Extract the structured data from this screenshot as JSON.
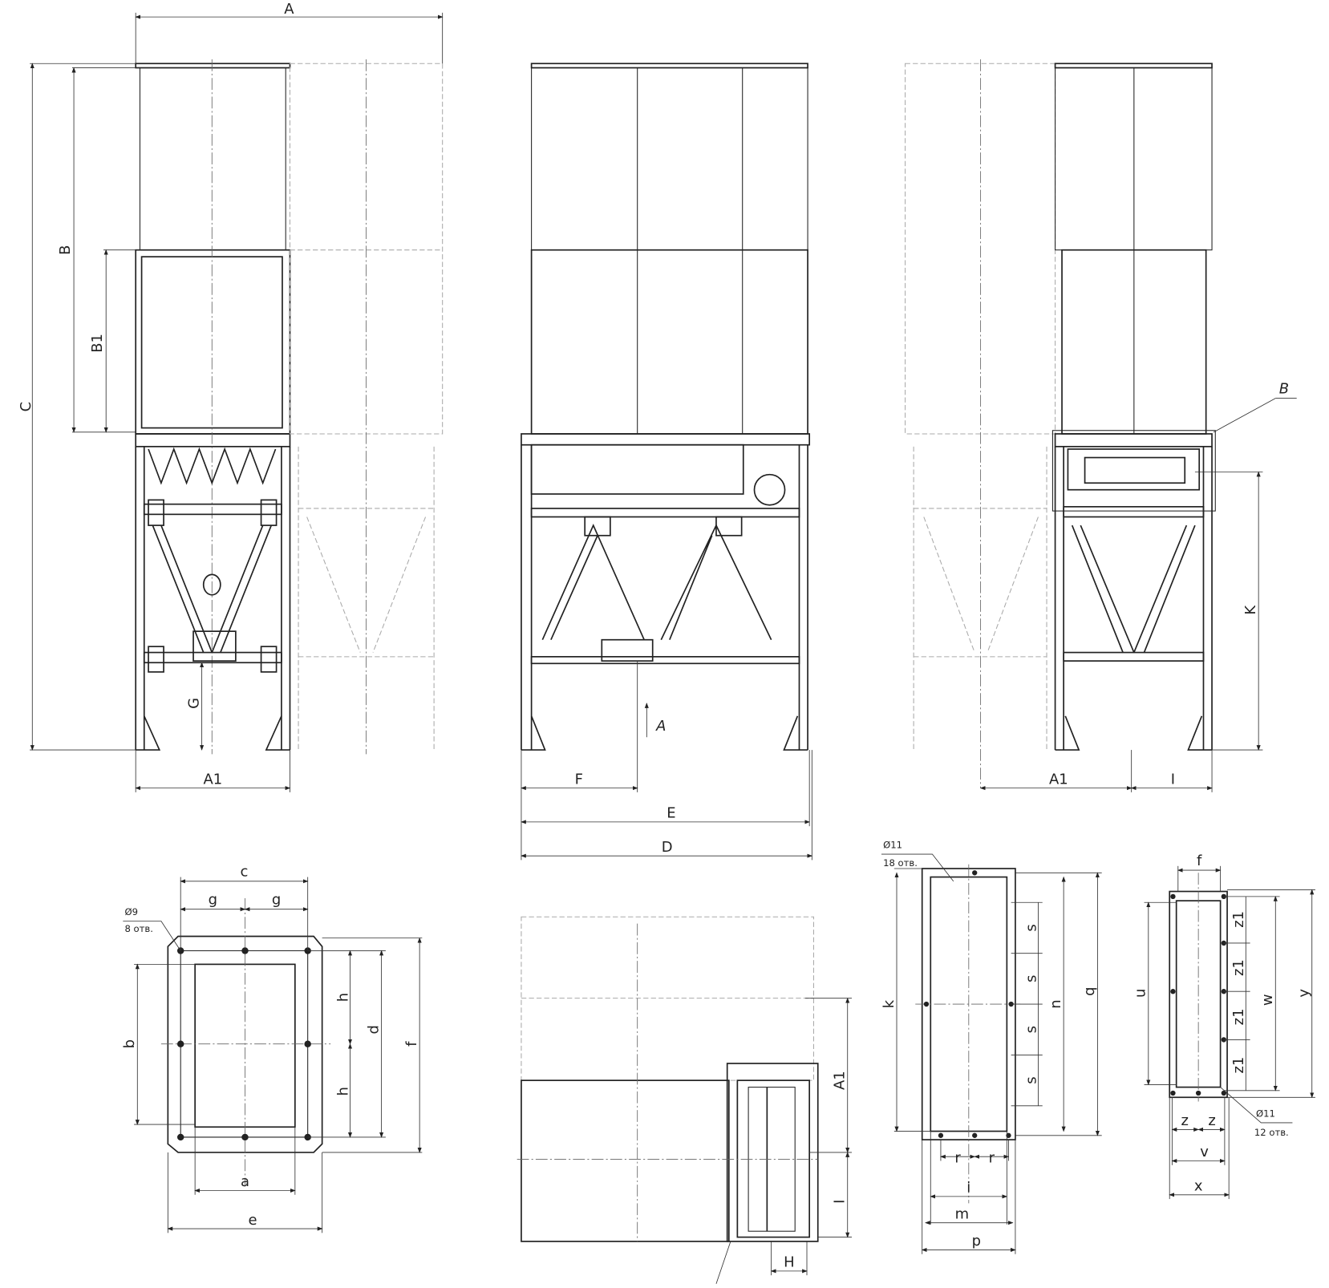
{
  "drawing": {
    "front_view": {
      "A": "A",
      "B": "B",
      "B1": "B1",
      "C": "C",
      "G": "G",
      "A1": "A1"
    },
    "side_view": {
      "F": "F",
      "E": "E",
      "D": "D",
      "arrow": "A"
    },
    "rear_view": {
      "A1": "A1",
      "I": "I",
      "K": "K",
      "detail": "B"
    },
    "flange_inlet": {
      "c": "c",
      "g1": "g",
      "g2": "g",
      "b": "b",
      "h1": "h",
      "h2": "h",
      "d": "d",
      "f": "f",
      "a": "a",
      "e": "e",
      "hole_dia": "Ø9",
      "hole_count": "8 отв."
    },
    "top_view": {
      "A1": "A1",
      "I": "I",
      "H": "H"
    },
    "flange_outlet": {
      "k": "k",
      "n": "n",
      "q": "q",
      "s": [
        "s",
        "s",
        "s",
        "s"
      ],
      "r1": "r",
      "r2": "r",
      "i": "i",
      "m": "m",
      "p": "p",
      "hole_dia": "Ø11",
      "hole_count": "18 отв."
    },
    "flange_small": {
      "f": "f",
      "u": "u",
      "w": "w",
      "y": "y",
      "z1": [
        "z1",
        "z1",
        "z1",
        "z1"
      ],
      "z1a": "z",
      "z2": "z",
      "v": "v",
      "x": "x",
      "hole_dia": "Ø11",
      "hole_count": "12 отв."
    }
  }
}
